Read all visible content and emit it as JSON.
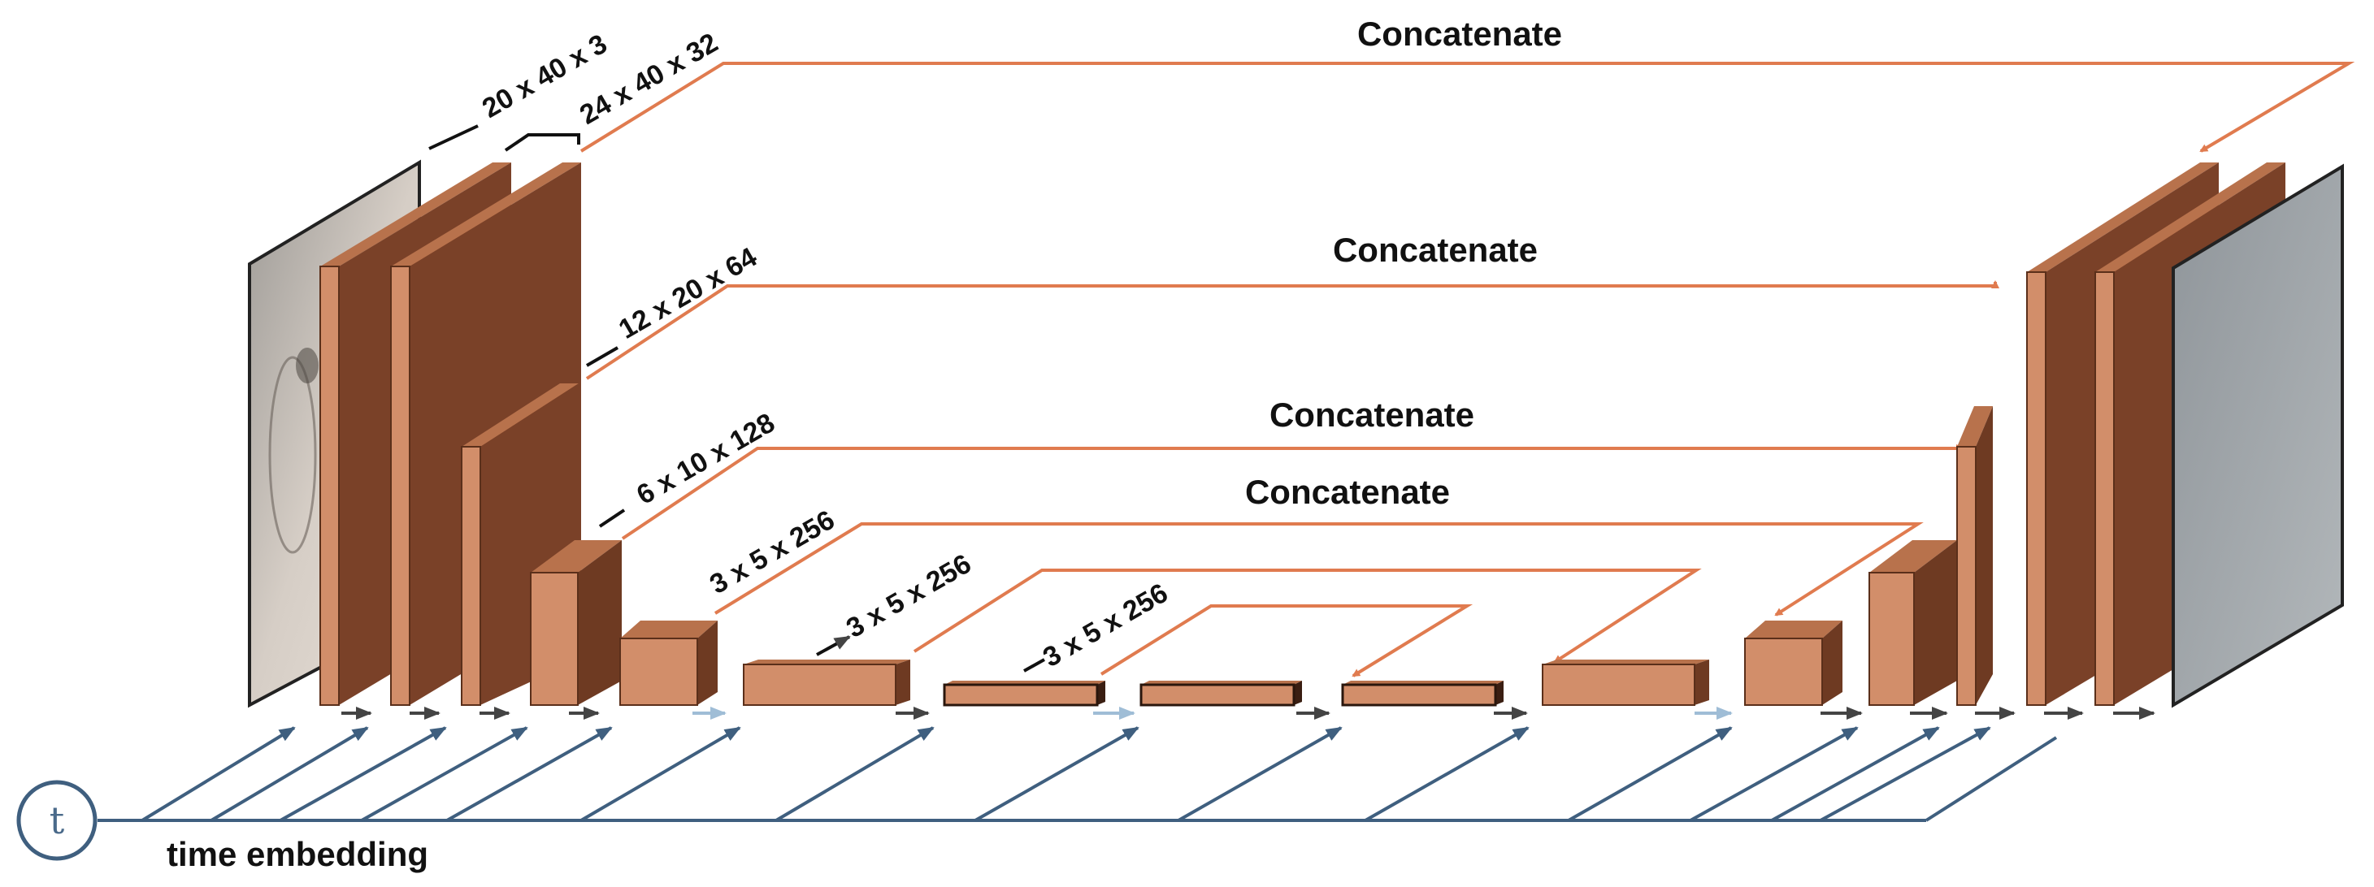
{
  "diagram": {
    "concat_labels": [
      "Concatenate",
      "Concatenate",
      "Concatenate",
      "Concatenate"
    ],
    "dimension_labels": [
      "20 x 40 x 3",
      "24 x 40 x 32",
      "12 x 20 x 64",
      "6 x 10 x 128",
      "3 x 5 x 256",
      "3 x 5 x 256",
      "3 x 5 x 256"
    ],
    "time_symbol": "t",
    "time_label": "time embedding"
  },
  "colors": {
    "block_front": "#d28e6a",
    "block_side": "#6e3a22",
    "block_top": "#b8724c",
    "block_face_large": "#7a4128",
    "skip_line": "#e07b4f",
    "time_line": "#3f5f7f",
    "flow_arrow": "#444444",
    "flow_arrow_light": "#9fbdd6",
    "input_image": "#c9bfb5",
    "output_image": "#a3a8ab"
  },
  "icons": [
    "time-node-icon",
    "flow-arrow-icon"
  ]
}
